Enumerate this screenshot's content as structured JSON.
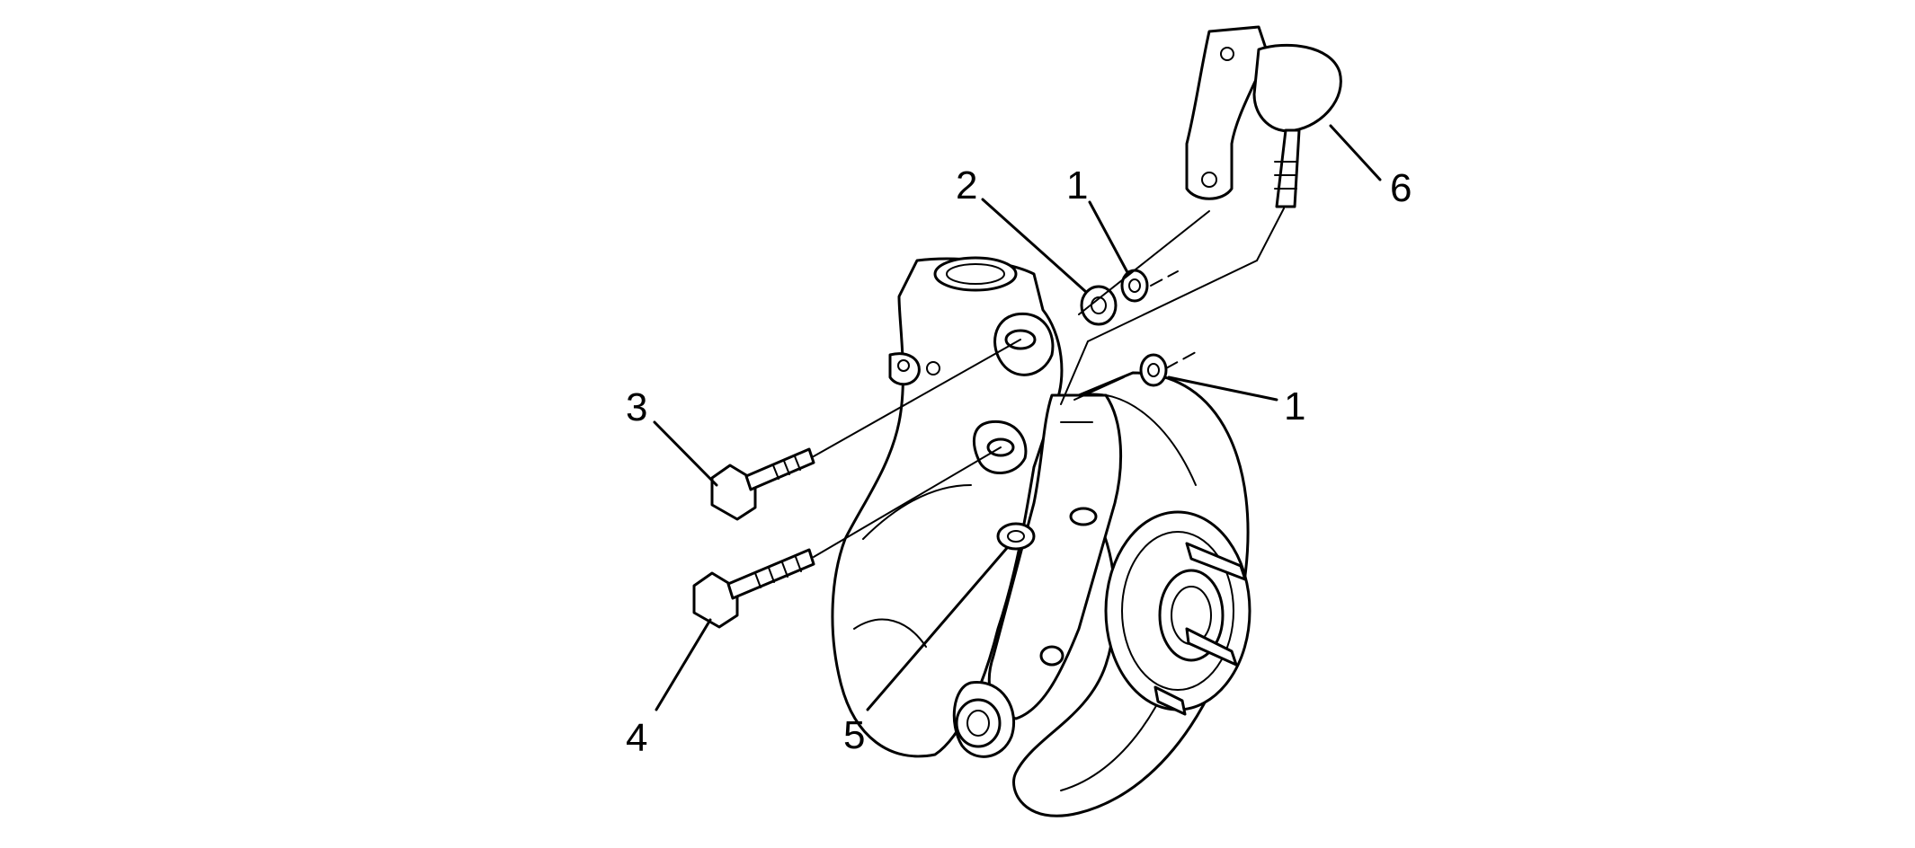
{
  "diagram": {
    "callouts": [
      {
        "id": "c1a",
        "text": "1"
      },
      {
        "id": "c1b",
        "text": "1"
      },
      {
        "id": "c2",
        "text": "2"
      },
      {
        "id": "c3",
        "text": "3"
      },
      {
        "id": "c4",
        "text": "4"
      },
      {
        "id": "c5",
        "text": "5"
      },
      {
        "id": "c6",
        "text": "6"
      }
    ]
  }
}
